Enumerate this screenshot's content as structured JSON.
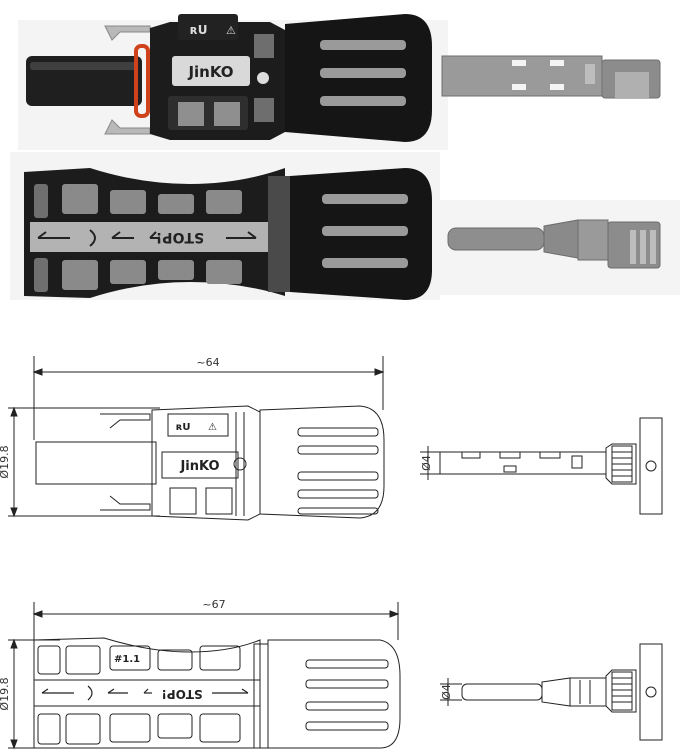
{
  "connector_male": {
    "brand": "JinKO",
    "dim_length": "~64",
    "dim_diameter": "Ø19.8",
    "pin_diameter": "Ø4"
  },
  "connector_female": {
    "stop_text": "STOP!",
    "part_mark": "#1.1",
    "dim_length": "~67",
    "dim_diameter": "Ø19.8",
    "pin_diameter": "Ø4"
  },
  "colors": {
    "body_dark": "#1c1c1c",
    "body_mid": "#2e2e2e",
    "highlight": "#9a9a9a",
    "oring": "#d0421b",
    "metal": "#8c8c8c",
    "line": "#222222"
  }
}
